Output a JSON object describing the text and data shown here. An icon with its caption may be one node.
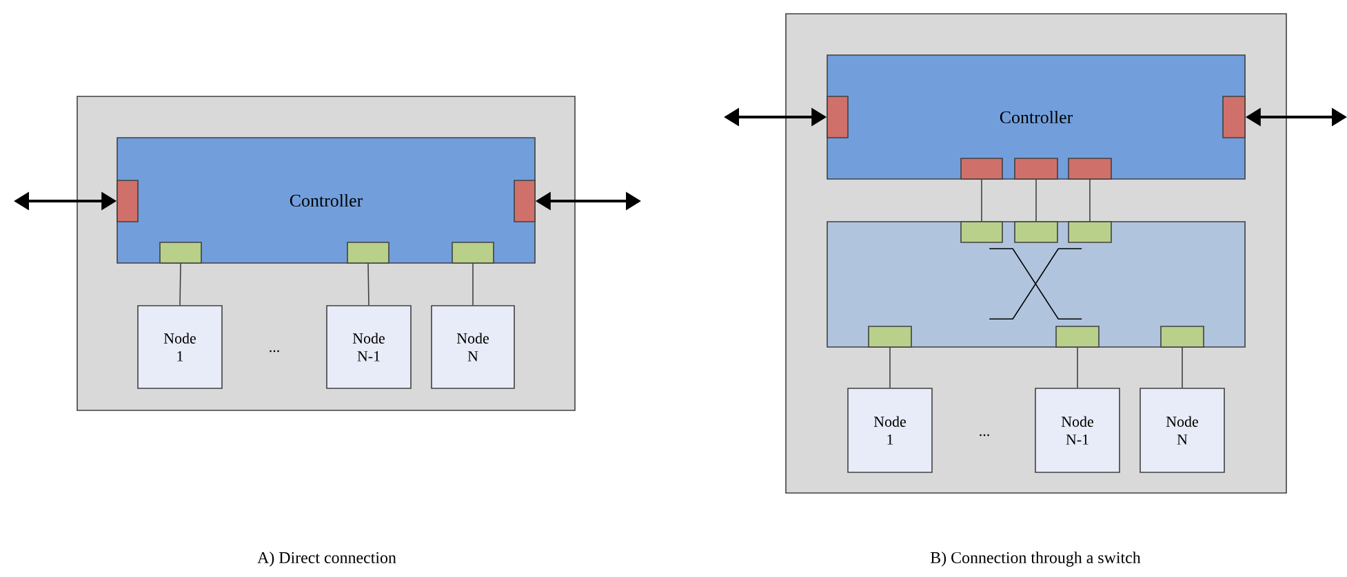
{
  "diagram": {
    "nodes": [
      {
        "text": [],
        "shape": "box"
      },
      {
        "text": [
          "Controller"
        ],
        "in": 0
      },
      {
        "text": [],
        "shape": "box",
        "in": 1
      },
      {
        "text": [],
        "shape": "box",
        "in": 1
      },
      {
        "text": [],
        "shape": "box",
        "in": 1
      },
      {
        "text": [],
        "shape": "box",
        "in": 1
      },
      {
        "text": [],
        "shape": "box",
        "in": 1
      },
      {
        "text": [
          "Node 1"
        ],
        "in": 0
      },
      {
        "text": [
          "Node N-1"
        ],
        "in": 0
      },
      {
        "text": [
          "Node N"
        ],
        "in": 0
      },
      {
        "text": [],
        "shape": "box"
      },
      {
        "text": [
          "Controller"
        ],
        "in": 10
      },
      {
        "text": [],
        "shape": "box",
        "in": 11
      },
      {
        "text": [],
        "shape": "box",
        "in": 11
      },
      {
        "text": [],
        "shape": "box",
        "in": 11
      },
      {
        "text": [],
        "shape": "box",
        "in": 11
      },
      {
        "text": [],
        "shape": "box",
        "in": 11
      },
      {
        "text": [],
        "shape": "box",
        "in": 10
      },
      {
        "text": [],
        "shape": "box",
        "in": 17
      },
      {
        "text": [],
        "shape": "box",
        "in": 17
      },
      {
        "text": [],
        "shape": "box",
        "in": 17
      },
      {
        "text": [],
        "shape": "box",
        "in": 17
      },
      {
        "text": [],
        "shape": "box",
        "in": 17
      },
      {
        "text": [],
        "shape": "box",
        "in": 17
      },
      {
        "text": [
          "Node 1"
        ],
        "in": 10
      },
      {
        "text": [
          "Node N-1"
        ],
        "in": 10
      },
      {
        "text": [
          "Node N"
        ],
        "in": 10
      }
    ],
    "edges": [
      {
        "from": null,
        "to": 2,
        "arrow": "both"
      },
      {
        "from": 3,
        "to": null,
        "arrow": "both"
      },
      {
        "from": 4,
        "to": 7,
        "arrow": "none"
      },
      {
        "from": 5,
        "to": 8,
        "arrow": "none"
      },
      {
        "from": 6,
        "to": 9,
        "arrow": "none"
      },
      {
        "from": null,
        "to": 12,
        "arrow": "both"
      },
      {
        "from": 13,
        "to": null,
        "arrow": "both"
      },
      {
        "from": 14,
        "to": 18,
        "arrow": "none"
      },
      {
        "from": 15,
        "to": 19,
        "arrow": "none"
      },
      {
        "from": 16,
        "to": 20,
        "arrow": "none"
      },
      {
        "from": 21,
        "to": 24,
        "arrow": "none"
      },
      {
        "from": 22,
        "to": 25,
        "arrow": "none"
      },
      {
        "from": 23,
        "to": 26,
        "arrow": "none"
      }
    ],
    "labels": [
      "...",
      "...",
      "A) Direct connection",
      "B) Connection through a switch"
    ]
  }
}
